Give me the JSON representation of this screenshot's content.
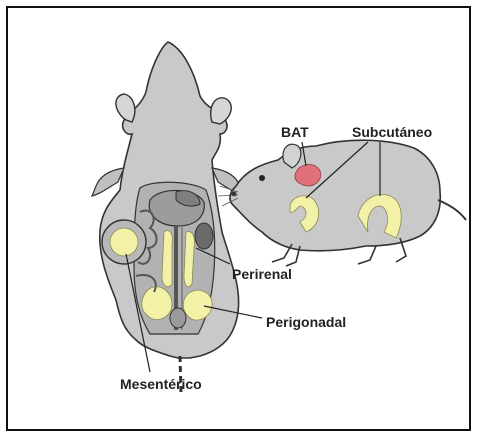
{
  "labels": {
    "bat": "BAT",
    "subcutaneo": "Subcutáneo",
    "perirenal": "Perirenal",
    "perigonadal": "Perigonadal",
    "mesenterico": "Mesentérico"
  },
  "colors": {
    "fat_depot": "#f3f0a8",
    "bat": "#e0707a",
    "body_fill": "#c8c8c8",
    "outline": "#333333",
    "organ": "#8a8a8a"
  }
}
